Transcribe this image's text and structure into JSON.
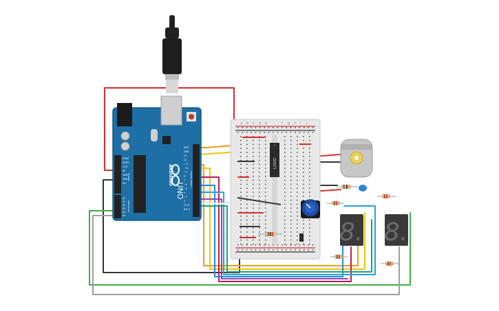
{
  "board": {
    "brand": "ARDUINO",
    "model": "UNO",
    "header_labels": [
      "AREF",
      "GND",
      "13",
      "12",
      "~11",
      "~10",
      "~9",
      "8",
      "7",
      "~6",
      "~5",
      "4",
      "~3",
      "2",
      "TX→1",
      "RX←0"
    ],
    "power_labels": [
      "IOREF",
      "RESET",
      "3.3V",
      "5V",
      "GND",
      "GND",
      "Vin"
    ],
    "analog_labels": [
      "A0",
      "A1",
      "A2",
      "A3",
      "A4",
      "A5"
    ],
    "section_labels": {
      "digital": "DIGITAL (PWM~)",
      "power": "POWER",
      "analog": "ANALOG IN"
    },
    "colors": {
      "pcb": "#1d6fa5",
      "pcb_edge": "#155a88"
    }
  },
  "breadboard": {
    "column_letters_top": [
      "a",
      "b",
      "c",
      "d",
      "e",
      "f",
      "g",
      "h",
      "i",
      "j"
    ],
    "colors": {
      "body": "#e8e8e8",
      "rail_red": "#d32f2f",
      "rail_black": "#333333"
    }
  },
  "components": {
    "ic_label": "L293D",
    "displays": [
      {
        "digit": "8."
      },
      {
        "digit": "8."
      }
    ],
    "led_color": "#2f86d6",
    "potentiometer_color": "#1f4fa8"
  },
  "wires": {
    "colors": {
      "red": "#d32f2f",
      "black": "#333333",
      "green": "#3cb043",
      "gray": "#9e9e9e",
      "orange": "#f39c12",
      "yellow": "#f1c40f",
      "magenta": "#c2185b",
      "blue": "#1e88e5",
      "cyan": "#26a0da",
      "purple": "#8e44ad",
      "white": "#ffffff"
    }
  }
}
